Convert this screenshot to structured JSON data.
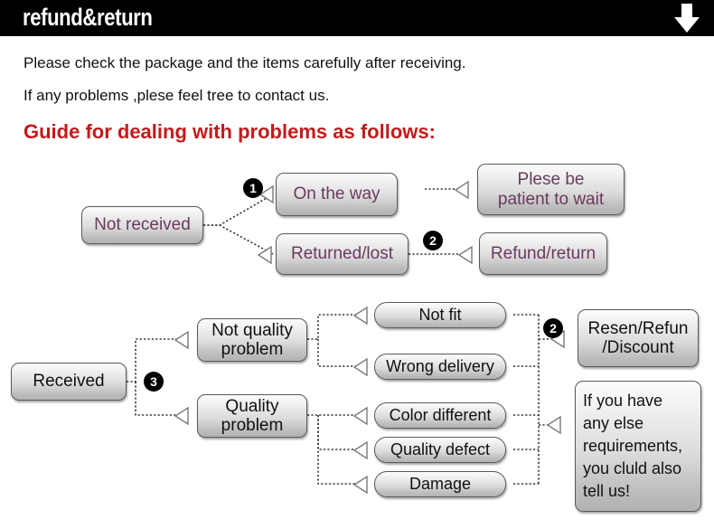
{
  "header": {
    "title": "refund&return",
    "arrow_icon": "arrow-down-icon",
    "bg_color": "#000000",
    "text_color": "#ffffff"
  },
  "intro": {
    "line1": "Please check the package and the items carefully after receiving.",
    "line2": "If any problems ,plese feel tree to contact us.",
    "guide_heading": "Guide for dealing with problems as follows:",
    "guide_color": "#c31b1b"
  },
  "flow_top": {
    "source": "Not received",
    "branches": [
      {
        "label": "On the way",
        "marker": "1",
        "result": "Plese be\npatient to wait"
      },
      {
        "label": "Returned/lost",
        "marker": "2",
        "result": "Refund/return"
      }
    ]
  },
  "flow_bottom": {
    "source": "Received",
    "marker": "3",
    "categories": [
      {
        "label": "Not quality\nproblem",
        "issues": [
          "Not fit",
          "Wrong delivery"
        ]
      },
      {
        "label": "Quality\nproblem",
        "issues": [
          "Color different",
          "Quality defect",
          "Damage"
        ]
      }
    ],
    "outcomes": [
      {
        "label": "Resen/Refun\n/Discount",
        "marker": "2"
      },
      {
        "label": "If you have\nany else\nrequirements,\nyou cluld also\ntell us!",
        "marker": ""
      }
    ]
  },
  "style": {
    "box_text_purple": "#6b3a5e",
    "box_text_black": "#111111",
    "box_border": "#5a5a5a",
    "wire_color": "#3a3a3a"
  }
}
